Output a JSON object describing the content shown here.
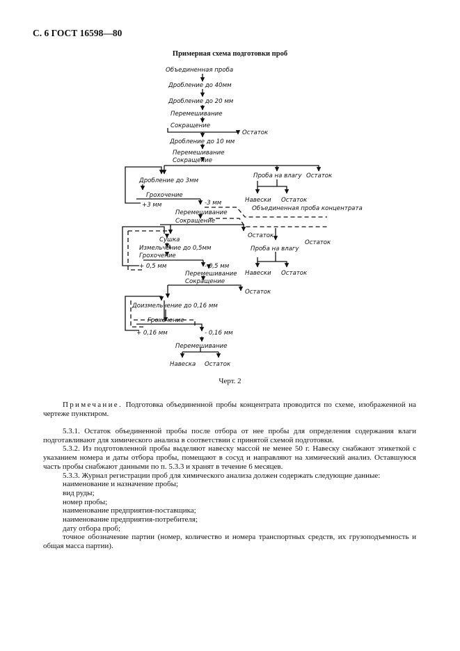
{
  "header": "С. 6 ГОСТ 16598—80",
  "figure": {
    "title": "Примерная схема подготовки проб",
    "caption": "Черт. 2",
    "labels": {
      "combined": "Объединенная  проба",
      "crush40": "Дробление до 40мм",
      "crush20": "Дробление до 20 мм",
      "mix1": "Перемешивание",
      "reduce1": "Сокращение",
      "rest1": "Остаток",
      "crush10": "Дробление до 10 мм",
      "mix2": "Перемешивание",
      "reduce2": "Сокращение",
      "moisture1": "Проба на влагу",
      "rest2": "Остаток",
      "crush3": "Дробление до 3мм",
      "weights1": "Навески",
      "rest3": "Остаток",
      "screening1": "Грохочение",
      "plus3": "+3 мм",
      "minus3": "-3 мм",
      "concentrate": "Объединенная проба концентрата",
      "mix3": "Перемешивание",
      "reduce3": "Сокращение",
      "rest4": "Остаток",
      "rest5": "Остаток",
      "drying": "Сушка",
      "grind05": "Измельчение до 0,5мм",
      "screening2": "Грохочение",
      "moisture2": "Проба на влагу",
      "plus05": "+ 0,5 мм",
      "minus05": "- 0,5 мм",
      "weights2": "Навески",
      "rest6": "Остаток",
      "mix4": "Перемешивание",
      "reduce4": "Сокращение",
      "rest7": "Остаток",
      "grind016": "Доизмельчение до 0,16 мм",
      "screening3": "Грохочение",
      "plus016": "+ 0,16 мм",
      "minus016": "- 0,16 мм",
      "mix5": "Перемешивание",
      "weights3": "Навеска",
      "rest8": "Остаток"
    }
  },
  "note": {
    "label": "Примечание.",
    "text": " Подготовка объединенной пробы концентрата проводится по схеме, изображенной на чертеже пунктиром."
  },
  "sections": {
    "p531": "5.3.1. Остаток объединенной пробы после отбора от нее пробы для определения содержания влаги подготавливают для химического анализа в соответствии с принятой схемой подготовки.",
    "p532": "5.3.2. Из подготовленной пробы выделяют навеску массой не менее 50 г. Навеску снабжают этикеткой с указанием номера и даты отбора пробы, помещают в сосуд и направляют на химический анализ. Оставшуюся часть пробы снабжают данными по п. 5.3.3 и хранят в течение 6 месяцев.",
    "p533": "5.3.3. Журнал регистрации проб для химического анализа должен содержать следующие данные:",
    "items": [
      "наименование и назначение пробы;",
      "вид руды;",
      "номер пробы;",
      "наименование предприятия-поставщика;",
      "наименование предприятия-потребителя;",
      "дату отбора проб;",
      "точное обозначение партии (номер, количество и номера транспортных средств, их грузоподъемность и общая масса партии)."
    ]
  }
}
